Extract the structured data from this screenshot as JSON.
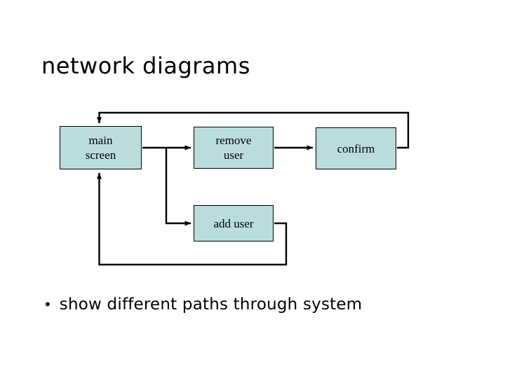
{
  "slide": {
    "title": "network diagrams",
    "background_color": "#ffffff"
  },
  "diagram": {
    "node_fill_color": "#b9dddd",
    "node_border_color": "#000000",
    "connector_color": "#000000",
    "nodes": [
      {
        "id": "main-screen",
        "label": "main\nscreen"
      },
      {
        "id": "remove-user",
        "label": "remove\nuser"
      },
      {
        "id": "confirm",
        "label": "confirm"
      },
      {
        "id": "add-user",
        "label": "add user"
      }
    ],
    "edges": [
      {
        "from": "main-screen",
        "to": "remove-user"
      },
      {
        "from": "main-screen",
        "to": "add-user"
      },
      {
        "from": "remove-user",
        "to": "confirm"
      },
      {
        "from": "confirm",
        "to": "main-screen"
      },
      {
        "from": "add-user",
        "to": "main-screen"
      }
    ]
  },
  "bullets": [
    {
      "marker": "•",
      "text": "show different paths through system"
    }
  ]
}
